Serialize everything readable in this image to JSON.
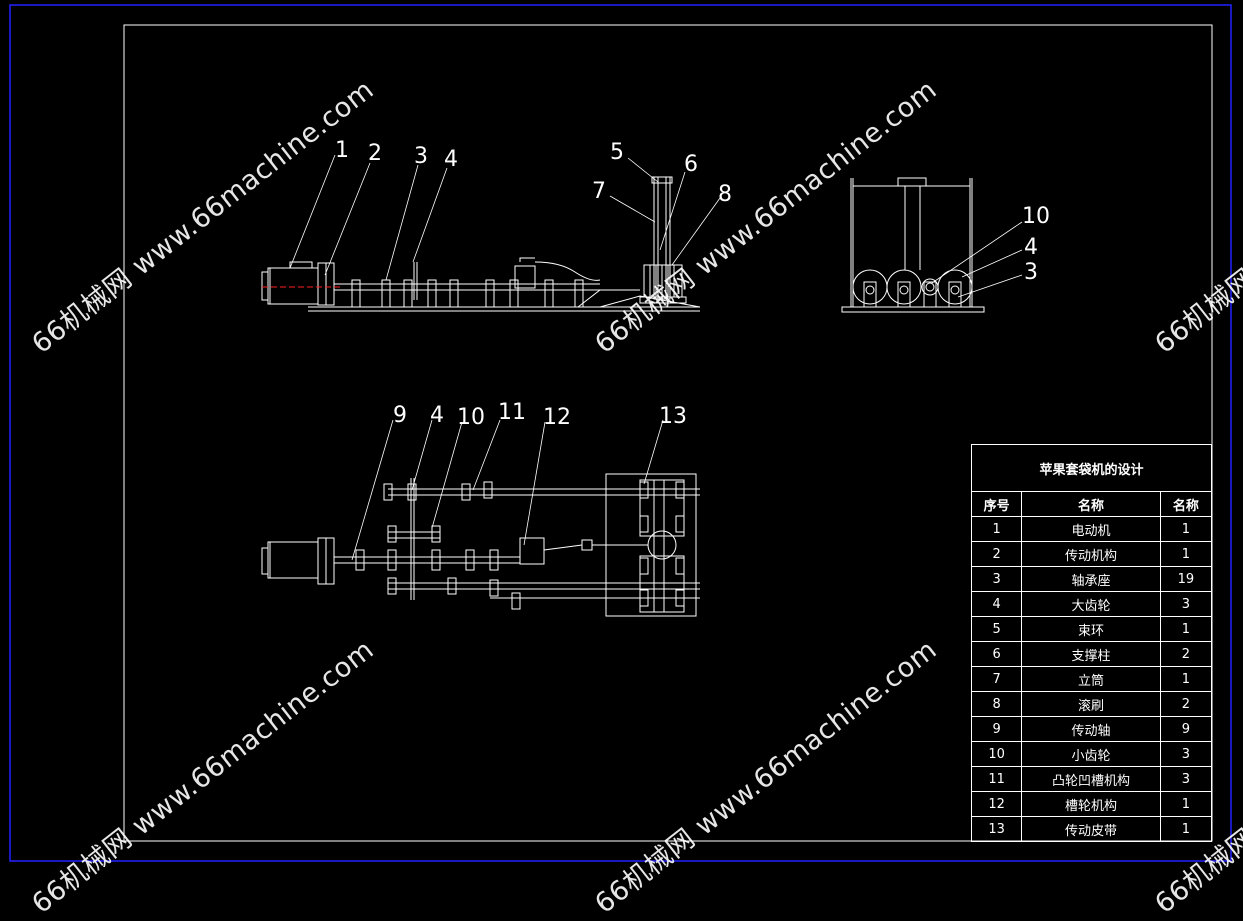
{
  "watermark": {
    "text": "66机械网 www.66machine.com"
  },
  "callouts": {
    "front_view": [
      "1",
      "2",
      "3",
      "4",
      "5",
      "6",
      "7",
      "8"
    ],
    "side_view": [
      "10",
      "4",
      "3"
    ],
    "top_view": [
      "9",
      "4",
      "10",
      "11",
      "12",
      "13"
    ]
  },
  "bom": {
    "title": "苹果套袋机的设计",
    "headers": [
      "序号",
      "名称",
      "名称"
    ],
    "rows": [
      [
        "1",
        "电动机",
        "1"
      ],
      [
        "2",
        "传动机构",
        "1"
      ],
      [
        "3",
        "轴承座",
        "19"
      ],
      [
        "4",
        "大齿轮",
        "3"
      ],
      [
        "5",
        "束环",
        "1"
      ],
      [
        "6",
        "支撑柱",
        "2"
      ],
      [
        "7",
        "立筒",
        "1"
      ],
      [
        "8",
        "滚刷",
        "2"
      ],
      [
        "9",
        "传动轴",
        "9"
      ],
      [
        "10",
        "小齿轮",
        "3"
      ],
      [
        "11",
        "凸轮凹槽机构",
        "3"
      ],
      [
        "12",
        "槽轮机构",
        "1"
      ],
      [
        "13",
        "传动皮带",
        "1"
      ]
    ]
  },
  "colors": {
    "background": "#000000",
    "outer_border": "#2222ff",
    "line": "#ffffff",
    "centerline": "#ff2020"
  }
}
